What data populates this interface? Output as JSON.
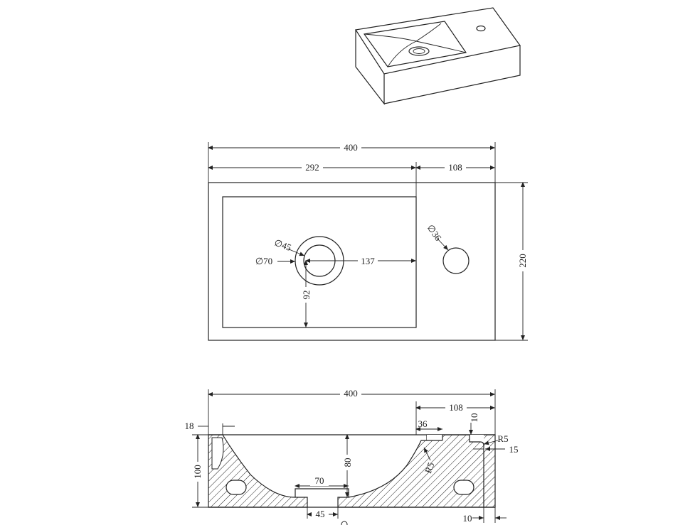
{
  "iso_view": {},
  "top_view": {
    "overall_width": "400",
    "basin_width": "292",
    "deck_width": "108",
    "overall_depth": "220",
    "drain_inner_dia": "∅45",
    "drain_outer_dia": "∅70",
    "drain_to_edge": "137",
    "drain_to_front": "92",
    "tap_hole_dia": "∅36"
  },
  "section_view": {
    "overall_width": "400",
    "deck_width": "108",
    "rim_thickness": "18",
    "tap_hole_width": "36",
    "deck_step": "10",
    "corner_radius_a": "R5",
    "corner_radius_b": "R5",
    "deck_offset": "15",
    "overall_height": "100",
    "basin_depth": "80",
    "drain_outer": "70",
    "drain_inner": "45",
    "wall_thickness": "10"
  }
}
